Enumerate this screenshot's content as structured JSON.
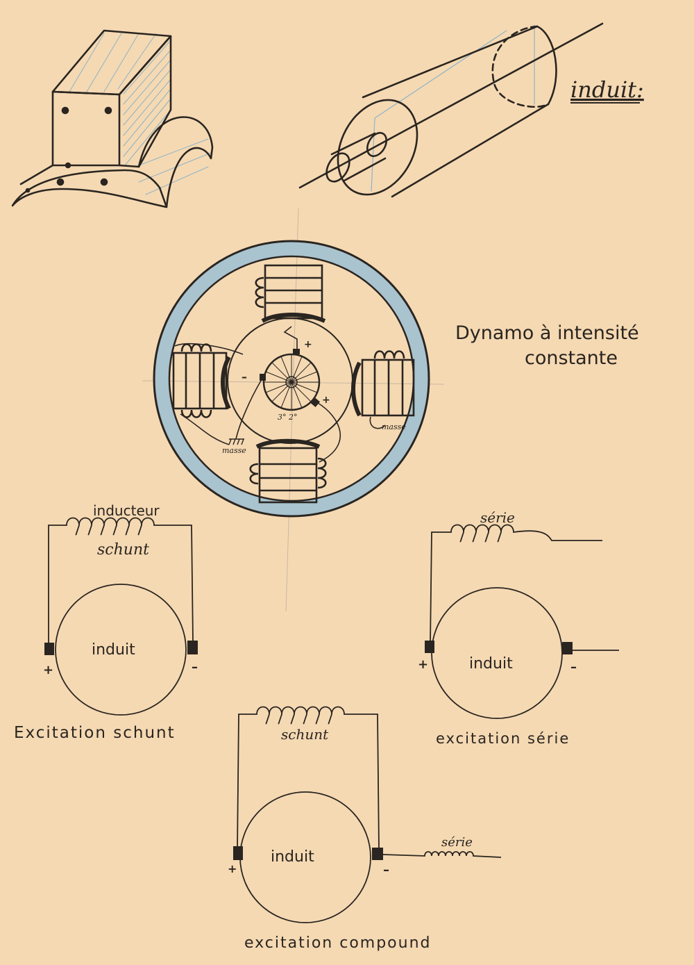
{
  "colors": {
    "paper": "#f5d9b3",
    "ink": "#2a2520",
    "blue_pencil": "#8fb3c4",
    "pencil": "#c8b8a0"
  },
  "labels": {
    "armature_title": "induit:",
    "dynamo_title_line1": "Dynamo à intensité",
    "dynamo_title_line2": "constante",
    "masse": "masse",
    "small_note": "3° 2°",
    "shunt": {
      "top_label": "inducteur",
      "coil_label": "schunt",
      "armature": "induit",
      "plus": "+",
      "minus": "–",
      "caption": "Excitation schunt"
    },
    "serie": {
      "coil_label": "série",
      "armature": "induit",
      "plus": "+",
      "minus": "–",
      "caption": "excitation série"
    },
    "compound": {
      "coil_label": "schunt",
      "serie_label": "série",
      "armature": "induit",
      "plus": "+",
      "minus": "–",
      "caption": "excitation compound"
    }
  }
}
